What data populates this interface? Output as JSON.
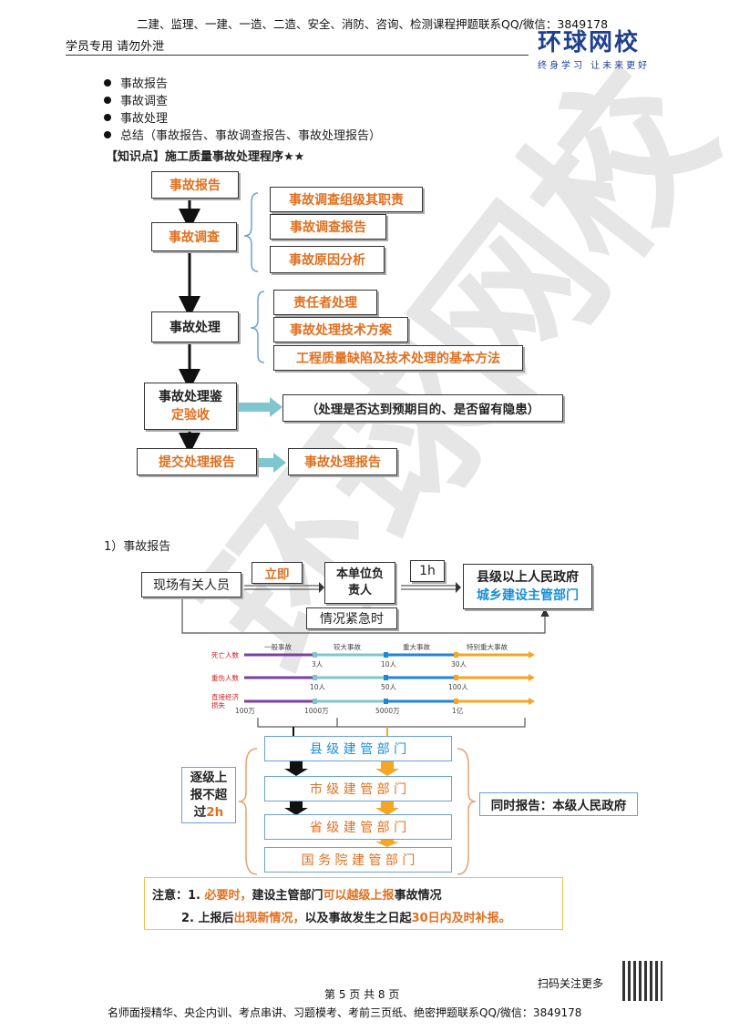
{
  "header": {
    "top_line": "二建、监理、一建、一造、二造、安全、消防、咨询、检测课程押题联系QQ/微信：3849178",
    "left_note": "学员专用 请勿外泄"
  },
  "logo": {
    "name": "环球网校",
    "slogan": "终身学习 让未来更好"
  },
  "watermark": "环球网校",
  "bullets": [
    "事故报告",
    "事故调查",
    "事故处理",
    "总结（事故报告、事故调查报告、事故处理报告）"
  ],
  "knowledge_title": "【知识点】施工质量事故处理程序★★",
  "flow1": {
    "report": "事故报告",
    "investigation": "事故调查",
    "inv_items": [
      "事故调查组级其职责",
      "事故调查报告",
      "事故原因分析"
    ],
    "handling": "事故处理",
    "hand_items": [
      "责任者处理",
      "事故处理技术方案",
      "工程质量缺陷及技术处理的基本方法"
    ],
    "acceptance_1": "事故处理鉴",
    "acceptance_2": "定验收",
    "acceptance_note": "（处理是否达到预期目的、是否留有隐患）",
    "submit": "提交处理报告",
    "final": "事故处理报告"
  },
  "section1_title": "1）事故报告",
  "flow2": {
    "on_site": "现场有关人员",
    "immediately": "立即",
    "unit_head_1": "本单位负",
    "unit_head_2": "责人",
    "one_hour": "1h",
    "county_1": "县级以上人民政府",
    "county_2": "城乡建设主管部门",
    "emergency": "情况紧急时"
  },
  "scale": {
    "categories": [
      "一般事故",
      "较大事故",
      "重大事故",
      "特别重大事故"
    ],
    "rows": [
      {
        "label": "死亡人数",
        "ticks": [
          "3人",
          "10人",
          "30人"
        ]
      },
      {
        "label": "重伤人数",
        "ticks": [
          "10人",
          "50人",
          "100人"
        ]
      },
      {
        "label_1": "直接经济",
        "label_2": "损失",
        "ticks": [
          "100万",
          "1000万",
          "5000万",
          "1亿"
        ]
      }
    ],
    "colors": [
      "#7b3fa0",
      "#7fc6cf",
      "#1e86d8",
      "#f5a623"
    ]
  },
  "levels": [
    "县 级 建 管 部 门",
    "市 级 建 管 部 门",
    "省 级 建 管 部 门",
    "国 务 院 建 管 部 门"
  ],
  "stepwise_1": "逐级上",
  "stepwise_2": "报不超",
  "stepwise_3a": "过",
  "stepwise_3b": "2h",
  "simultaneous": "同时报告：本级人民政府",
  "note": {
    "line1_a": "注意：1. ",
    "line1_b": "必要时，",
    "line1_c": "建设主管部门",
    "line1_d": "可以越级上报",
    "line1_e": "事故情况",
    "line2_a": "2. 上报后",
    "line2_b": "出现新情况，",
    "line2_c": "以及事故发生之日起",
    "line2_d": "30日内及时补报。"
  },
  "footer": {
    "scan": "扫码关注更多",
    "page": "第 5 页 共 8 页",
    "bottom": "名师面授精华、央企内训、考点串讲、习题模考、考前三页纸、绝密押题联系QQ/微信：3849178"
  }
}
